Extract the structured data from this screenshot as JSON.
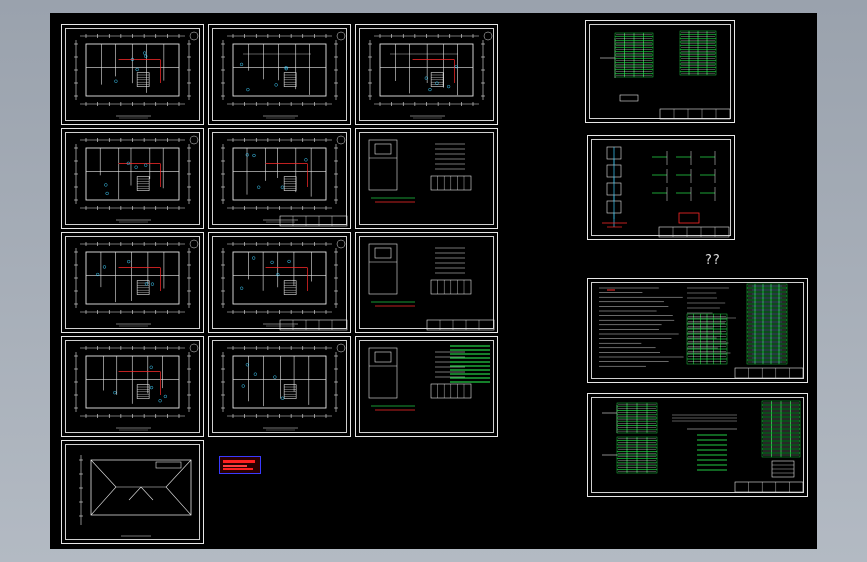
{
  "canvas": {
    "background": "#000000",
    "sheet_color": "#e8e8e8"
  },
  "sheets": [
    {
      "id": "s1",
      "kind": "plan",
      "circle_label": "①"
    },
    {
      "id": "s2",
      "kind": "plan",
      "circle_label": "②"
    },
    {
      "id": "s3",
      "kind": "plan",
      "circle_label": "③"
    },
    {
      "id": "s4",
      "kind": "plan",
      "circle_label": ""
    },
    {
      "id": "s5",
      "kind": "plan",
      "circle_label": ""
    },
    {
      "id": "s6",
      "kind": "detail",
      "circle_label": ""
    },
    {
      "id": "s7",
      "kind": "plan",
      "circle_label": ""
    },
    {
      "id": "s8",
      "kind": "plan",
      "circle_label": ""
    },
    {
      "id": "s9",
      "kind": "detail",
      "circle_label": ""
    },
    {
      "id": "s10",
      "kind": "plan",
      "circle_label": ""
    },
    {
      "id": "s11",
      "kind": "plan",
      "circle_label": ""
    },
    {
      "id": "s12",
      "kind": "detail",
      "circle_label": ""
    },
    {
      "id": "s13",
      "kind": "roof",
      "circle_label": ""
    },
    {
      "id": "s14",
      "kind": "schedule",
      "circle_label": ""
    },
    {
      "id": "s15",
      "kind": "riser",
      "circle_label": ""
    },
    {
      "id": "s16",
      "kind": "notes",
      "circle_label": ""
    },
    {
      "id": "s17",
      "kind": "schedule",
      "circle_label": ""
    }
  ],
  "question_marks": "??",
  "colors": {
    "line": "#e6e6e6",
    "green": "#22cc44",
    "red": "#ff2a2a",
    "cyan": "#3fd0ff",
    "blue": "#3a3aff",
    "yellow": "#e6e600"
  }
}
